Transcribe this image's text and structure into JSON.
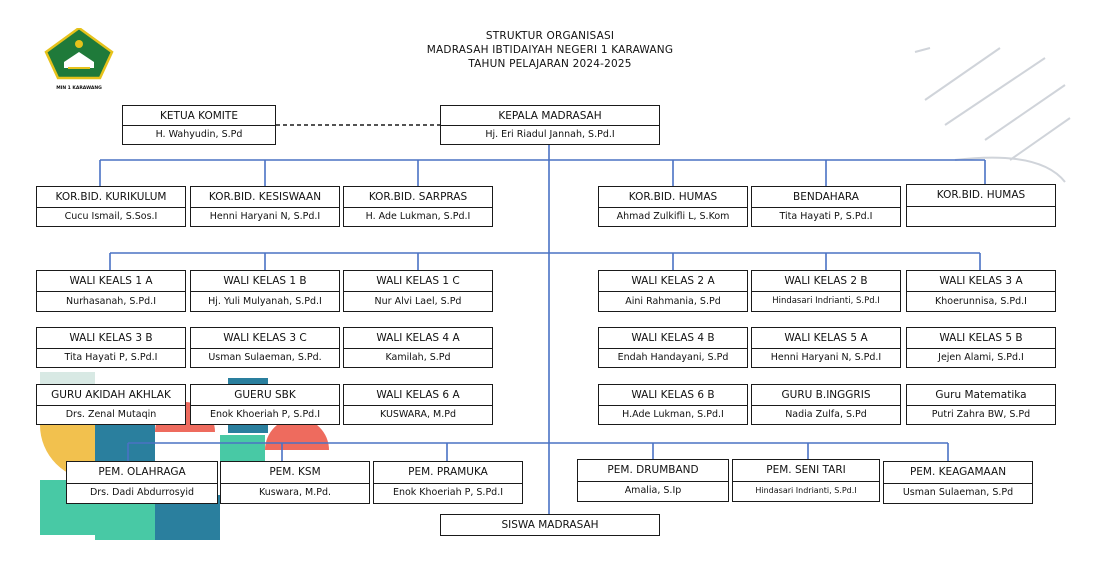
{
  "header": {
    "line1": "STRUKTUR ORGANISASI",
    "line2": "MADRASAH IBTIDAIYAH NEGERI 1 KARAWANG",
    "line3": "TAHUN PELAJARAN 2024-2025",
    "logo_caption": "MIN 1 KARAWANG"
  },
  "colors": {
    "connector": "#4a72c4",
    "border": "#1a1a1a"
  },
  "top": {
    "komite": {
      "role": "KETUA KOMITE",
      "name": "H. Wahyudin, S.Pd"
    },
    "kepala": {
      "role": "KEPALA MADRASAH",
      "name": "Hj. Eri Riadul Jannah, S.Pd.I"
    }
  },
  "korbid": [
    {
      "role": "KOR.BID. KURIKULUM",
      "name": "Cucu Ismail, S.Sos.I"
    },
    {
      "role": "KOR.BID. KESISWAAN",
      "name": "Henni Haryani N, S.Pd.I"
    },
    {
      "role": "KOR.BID. SARPRAS",
      "name": "H. Ade Lukman, S.Pd.I"
    },
    {
      "role": "KOR.BID. HUMAS",
      "name": "Ahmad Zulkifli L, S.Kom"
    },
    {
      "role": "BENDAHARA",
      "name": "Tita Hayati P, S.Pd.I"
    },
    {
      "role": "KOR.BID. HUMAS",
      "name": ""
    }
  ],
  "wali": [
    {
      "role": "WALI KEALS 1 A",
      "name": "Nurhasanah, S.Pd.I"
    },
    {
      "role": "WALI KELAS 1 B",
      "name": "Hj. Yuli Mulyanah, S.Pd.I"
    },
    {
      "role": "WALI KELAS 1 C",
      "name": "Nur Alvi Lael, S.Pd"
    },
    {
      "role": "WALI KELAS 2 A",
      "name": "Aini Rahmania, S.Pd"
    },
    {
      "role": "WALI KELAS 2 B",
      "name": "Hindasari Indrianti, S.Pd.I"
    },
    {
      "role": "WALI KELAS 3 A",
      "name": "Khoerunnisa, S.Pd.I"
    },
    {
      "role": "WALI KELAS 3 B",
      "name": "Tita Hayati P, S.Pd.I"
    },
    {
      "role": "WALI KELAS 3 C",
      "name": "Usman Sulaeman, S.Pd."
    },
    {
      "role": "WALI KELAS 4 A",
      "name": "Kamilah, S.Pd"
    },
    {
      "role": "WALI KELAS 4 B",
      "name": "Endah Handayani, S.Pd"
    },
    {
      "role": "WALI KELAS 5 A",
      "name": "Henni Haryani N, S.Pd.I"
    },
    {
      "role": "WALI KELAS 5 B",
      "name": "Jejen Alami, S.Pd.I"
    },
    {
      "role": "GURU AKIDAH AKHLAK",
      "name": "Drs. Zenal Mutaqin"
    },
    {
      "role": "GUERU SBK",
      "name": "Enok Khoeriah P, S.Pd.I"
    },
    {
      "role": "WALI KELAS 6 A",
      "name": "KUSWARA, M.Pd"
    },
    {
      "role": "WALI KELAS 6 B",
      "name": "H.Ade Lukman, S.Pd.I"
    },
    {
      "role": "GURU B.INGGRIS",
      "name": "Nadia Zulfa, S.Pd"
    },
    {
      "role": "Guru Matematika",
      "name": "Putri Zahra BW, S.Pd"
    }
  ],
  "pembina": [
    {
      "role": "PEM. OLAHRAGA",
      "name": "Drs. Dadi Abdurrosyid"
    },
    {
      "role": "PEM. KSM",
      "name": "Kuswara, M.Pd."
    },
    {
      "role": "PEM. PRAMUKA",
      "name": "Enok Khoeriah P, S.Pd.I"
    },
    {
      "role": "PEM. DRUMBAND",
      "name": "Amalia, S.Ip"
    },
    {
      "role": "PEM. SENI TARI",
      "name": "Hindasari Indrianti, S.Pd.I"
    },
    {
      "role": "PEM. KEAGAMAAN",
      "name": "Usman Sulaeman, S.Pd"
    }
  ],
  "siswa": {
    "label": "SISWA MADRASAH"
  }
}
